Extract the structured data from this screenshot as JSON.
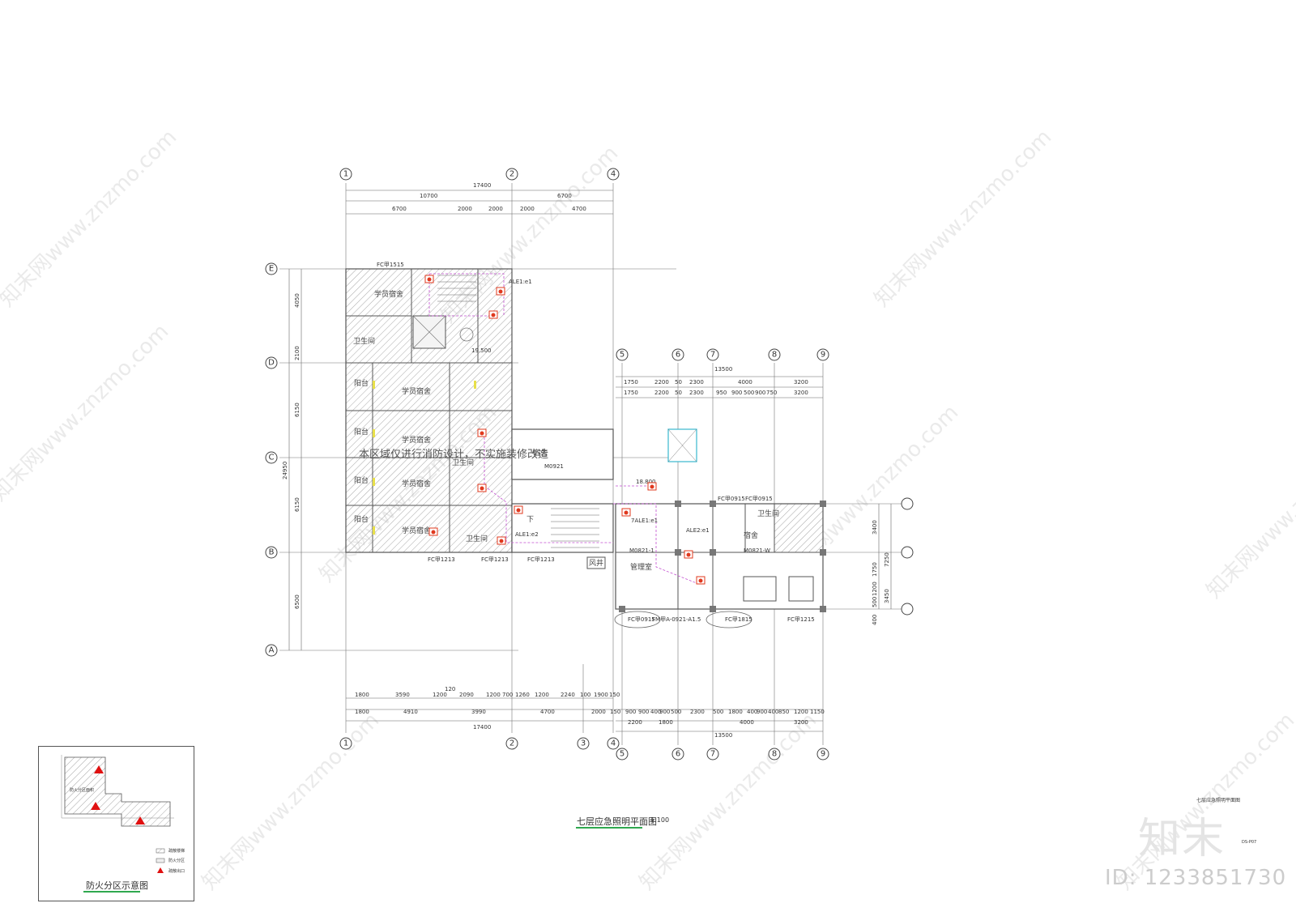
{
  "drawing": {
    "title": "七层应急照明平面图",
    "scale": "1:100",
    "notice": "本区域仅进行消防设计，不实施装修改造",
    "sheet_title": "七层应急照明平面图",
    "sheet_no": "DS-P07"
  },
  "watermark": {
    "brand": "知末",
    "drawing_id": "ID: 1233851730",
    "text": "知末网www.znzmo.com"
  },
  "axes": {
    "left_top": [
      "1",
      "2",
      "4"
    ],
    "right_top": [
      "5",
      "6",
      "7",
      "8",
      "9"
    ],
    "left_rows": [
      "E",
      "D",
      "C",
      "B",
      "A"
    ],
    "bottom": [
      "1",
      "2",
      "3",
      "4",
      "5",
      "6",
      "7",
      "8",
      "9"
    ]
  },
  "dimensions": {
    "top_total": "17400",
    "top_row2": [
      "10700",
      "6700"
    ],
    "top_row3": [
      "6700",
      "2000",
      "2000",
      "2000",
      "4700"
    ],
    "right_total": "13500",
    "right_row1": [
      "1750",
      "2200",
      "50",
      "2300",
      "4000",
      "3200"
    ],
    "right_row2": [
      "1750",
      "2200",
      "50",
      "2300",
      "950",
      "900",
      "500",
      "900",
      "750",
      "3200"
    ],
    "left_side": [
      "4050",
      "2100",
      "6150",
      "6150",
      "6500"
    ],
    "left_total": "24950",
    "bottom_row1": [
      "1800",
      "3590",
      "120",
      "1200",
      "2090",
      "1200",
      "700",
      "1260",
      "1200",
      "2240",
      "100",
      "1900",
      "150"
    ],
    "bottom_row2": [
      "1800",
      "4910",
      "3990",
      "4700",
      "2000",
      "150"
    ],
    "bottom_total_left": "17400",
    "bottom_right_row1": [
      "900",
      "900",
      "400",
      "900",
      "500",
      "2300",
      "500",
      "1800",
      "400",
      "900",
      "400",
      "850",
      "1200",
      "1150"
    ],
    "bottom_right_row2": [
      "2200",
      "1800",
      "4000",
      "3200"
    ],
    "bottom_total_right": "13500",
    "right_side": [
      "3400",
      "1750",
      "1200",
      "500",
      "400"
    ],
    "right_side_total": [
      "7250",
      "3450"
    ]
  },
  "rooms": {
    "student_dorm": "学员宿舍",
    "restroom": "卫生间",
    "balcony": "阳台",
    "dorm": "宿舍",
    "manager_room": "管理室",
    "air_shaft": "风井",
    "down": "下"
  },
  "tags": {
    "ale1_e1": "ALE1:e1",
    "ale1_e2": "ALE1:e2",
    "ale2_e1": "7ALE1:e1",
    "ale3_e1": "ALE2:e1",
    "elev_19500": "19.500",
    "elev_18800": "18.800",
    "fc1515": "FC甲1515",
    "fc1213a": "FC甲1213",
    "fc1213b": "FC甲1213",
    "fc1213c": "FC甲1213",
    "m0921": "M0921",
    "fc0915a": "FC甲0915",
    "fc0915b": "FC甲0915",
    "m0821": "M0821-1",
    "m0821w": "M0821-W",
    "fc0915c": "FC甲0915",
    "fm0921": "FM甲A-0921-A1.5",
    "fc1815": "FC甲1815",
    "fc1215": "FC甲1215"
  },
  "legend": {
    "title": "防火分区示意图",
    "items": [
      "疏散楼梯",
      "防火分区",
      "疏散出口"
    ],
    "zone_note": "防火分区面积"
  },
  "colors": {
    "line": "#555555",
    "hatch": "#9a9a9a",
    "emergency_light": "#e0391e",
    "cable": "#c44fd1",
    "yellow_mark": "#e8e04a",
    "cyan_door": "#39b7cf",
    "title_underline": "#2fa84f",
    "legend_marker": "#e01010"
  }
}
